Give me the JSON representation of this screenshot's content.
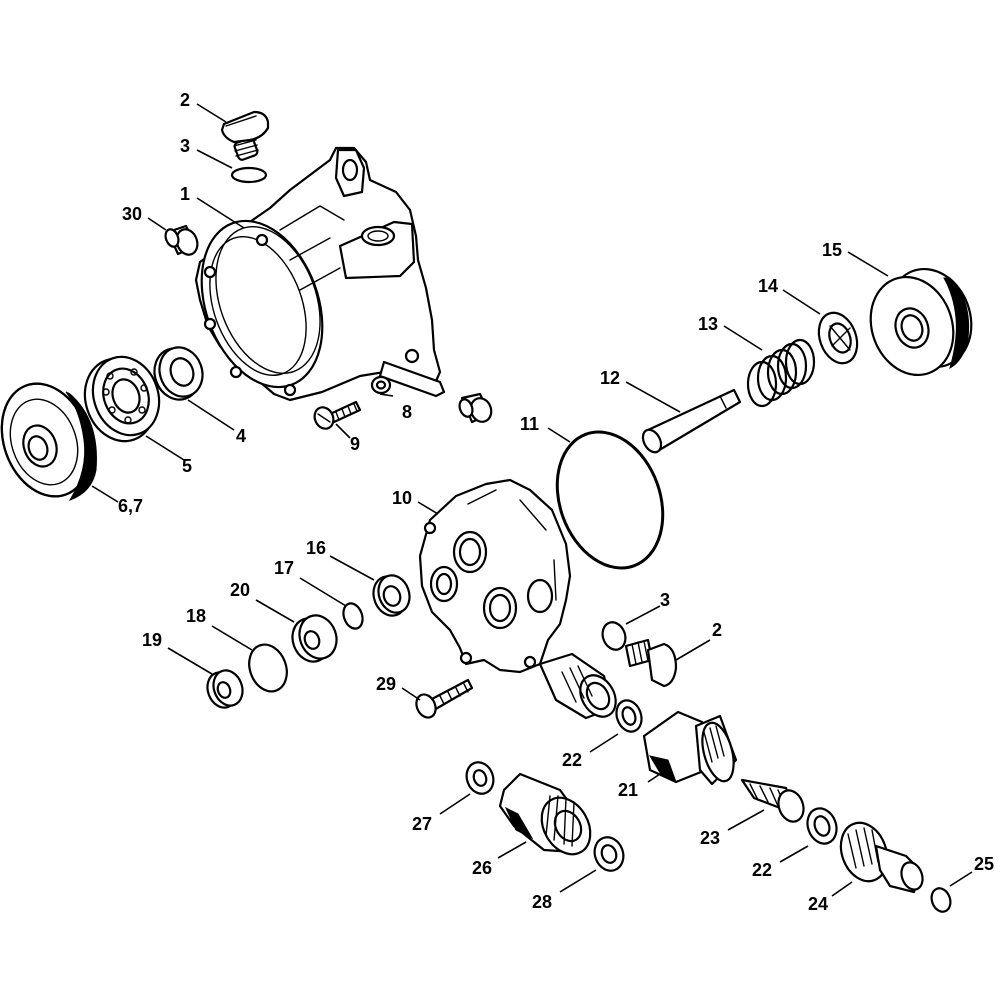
{
  "callouts": {
    "c1": "1",
    "c2a": "2",
    "c2b": "2",
    "c3a": "3",
    "c3b": "3",
    "c4": "4",
    "c5": "5",
    "c67": "6,7",
    "c8": "8",
    "c9": "9",
    "c10": "10",
    "c11": "11",
    "c12": "12",
    "c13": "13",
    "c14": "14",
    "c15": "15",
    "c16": "16",
    "c17": "17",
    "c18": "18",
    "c19": "19",
    "c20": "20",
    "c21": "21",
    "c22a": "22",
    "c22b": "22",
    "c23": "23",
    "c24": "24",
    "c25": "25",
    "c26": "26",
    "c27": "27",
    "c28": "28",
    "c29": "29",
    "c30": "30"
  }
}
